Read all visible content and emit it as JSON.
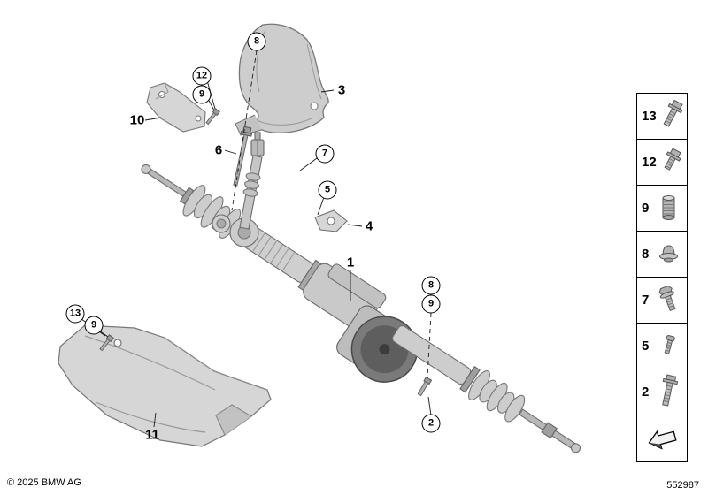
{
  "meta": {
    "copyright": "© 2025 BMW AG",
    "diagram_number": "552987"
  },
  "callouts": {
    "circled": [
      {
        "label": "8"
      },
      {
        "label": "12"
      },
      {
        "label": "9"
      },
      {
        "label": "7"
      },
      {
        "label": "5"
      },
      {
        "label": "8"
      },
      {
        "label": "9"
      },
      {
        "label": "2"
      },
      {
        "label": "13"
      },
      {
        "label": "9"
      }
    ],
    "plain": [
      {
        "label": "3"
      },
      {
        "label": "10"
      },
      {
        "label": "6"
      },
      {
        "label": "4"
      },
      {
        "label": "1"
      },
      {
        "label": "11"
      }
    ]
  },
  "legend": {
    "rows": [
      {
        "label": "13",
        "icon": "hex-flange-bolt-icon"
      },
      {
        "label": "12",
        "icon": "hex-flange-bolt-icon"
      },
      {
        "label": "9",
        "icon": "threaded-insert-icon"
      },
      {
        "label": "8",
        "icon": "flange-nut-icon"
      },
      {
        "label": "7",
        "icon": "hex-bolt-icon"
      },
      {
        "label": "5",
        "icon": "screw-icon"
      },
      {
        "label": "2",
        "icon": "long-bolt-icon"
      }
    ],
    "footer_icon": "direction-arrow-icon"
  },
  "colors": {
    "line": "#6e6e6e",
    "part_fill": "#d0d0d0",
    "motor_dark": "#5e5e5e",
    "callout_border": "#000000"
  }
}
